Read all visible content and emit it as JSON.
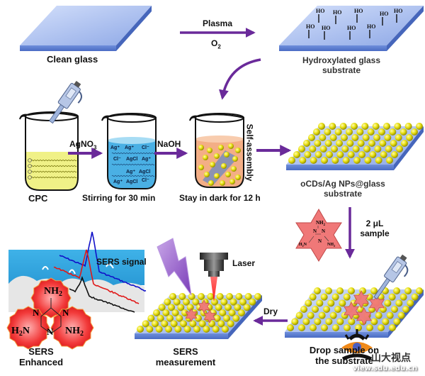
{
  "title": "Fabrication of oCDs/Ag NPs@glass SERS substrate and SERS detection workflow",
  "steps": {
    "clean_glass": "Clean glass",
    "plasma_top": "Plasma",
    "plasma_bottom": "O",
    "plasma_sub": "2",
    "hydroxylated_line1": "Hydroxylated glass",
    "hydroxylated_line2": "substrate",
    "hydroxyl_group": "HO",
    "cpc": "CPC",
    "agno3": "AgNO",
    "agno3_sub": "3",
    "stirring": "Stirring for 30 min",
    "naoh": "NaOH",
    "stay_dark": "Stay in dark for 12 h",
    "self_assembly": "Self-assembly",
    "substrate_line1": "oCDs/Ag NPs@glass",
    "substrate_line2": "substrate",
    "sample_line1": "2 μL",
    "sample_line2": "sample",
    "drop_line1": "Drop sample on",
    "drop_line2": "the substrate",
    "dry": "Dry",
    "laser": "Laser",
    "sers_measurement_line1": "SERS",
    "sers_measurement_line2": "measurement",
    "sers_signal": "SERS signal",
    "sers_enhanced_line1": "SERS",
    "sers_enhanced_line2": "Enhanced"
  },
  "beaker_ions": {
    "ag_plus": "Ag⁺",
    "cl_minus": "Cl⁻",
    "agcl": "AgCl"
  },
  "molecule": {
    "nh2": "NH₂",
    "h2n": "H₂N",
    "n": "N"
  },
  "watermark": {
    "brand": "山大视点",
    "url": "view.sdu.edu.cn"
  },
  "colors": {
    "arrow": "#6a2a9a",
    "glass_top": "#a9bdf0",
    "glass_side": "#5a7ed0",
    "cpc_liquid": "#eef07a",
    "agno3_liquid": "#5ab4e6",
    "naoh_liquid": "#f3b08a",
    "nanoparticle": "#e6de10",
    "star": "#f07878",
    "molecule_red": "#e61e1e",
    "laser_beam": "#ff2a2a"
  }
}
